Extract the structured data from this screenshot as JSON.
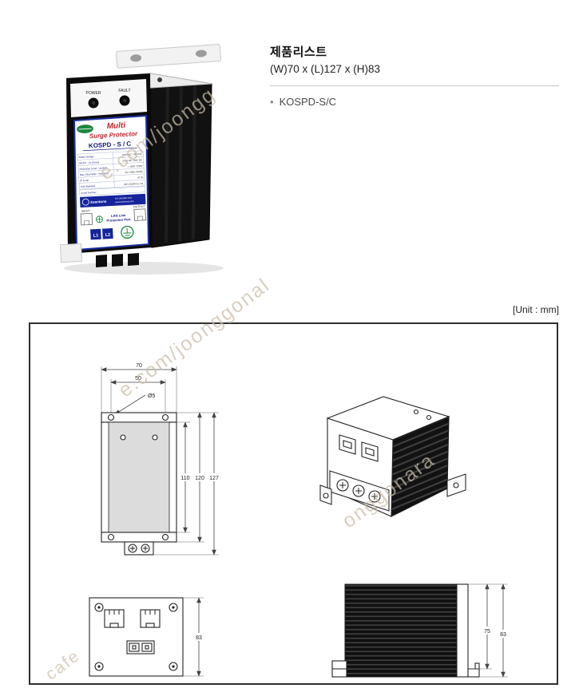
{
  "header": {
    "title": "제품리스트",
    "size_line": "(W)70 x (L)127 x (H)83",
    "bullet": "•",
    "model_item": "KOSPD-S/C"
  },
  "unit_label": "[Unit : mm]",
  "photo": {
    "power": "POWER",
    "fault": "FAULT",
    "brand_line1": "Multi",
    "brand_line2": "Surge Protector",
    "model": "KOSPD - S / C",
    "specs": [
      {
        "k": "Rated Voltage",
        "v": "220V AC / 48V DC"
      },
      {
        "k": "MCOV : Uc [Vrms]",
        "v": "275V AC / 60V DC"
      },
      {
        "k": "Protection Level : Up [kV]",
        "v": "< 1500 / 250V"
      },
      {
        "k": "Max. Discharge : Imax [kA]",
        "v": "40 / 20kA / Mode"
      },
      {
        "k": "IP Code",
        "v": "IP 20"
      },
      {
        "k": "Test Standard",
        "v": "IEC 61643-11 / 21"
      }
    ],
    "serial": "Serial Number :",
    "brand_name": "koentone",
    "tel": "Tel: 043.853.7611",
    "web": "www.koentone.com",
    "input": "INPUT",
    "output": "OUTPUT",
    "lan_line1": "LAN Line",
    "lan_line2": "Protection Port",
    "l1": "L1",
    "l2": "L2"
  },
  "dims": {
    "front": {
      "width": "70",
      "hole_span": "50",
      "hole_dia": "Ø5",
      "h_inner": "110",
      "h_mid": "120",
      "h_total": "127"
    },
    "bottom": {
      "height": "83"
    },
    "side": {
      "depth": "75",
      "height": "83"
    }
  },
  "watermarks": [
    "e.com/joongg",
    "e.com/joonggonal",
    "onggonara",
    "cafe"
  ]
}
